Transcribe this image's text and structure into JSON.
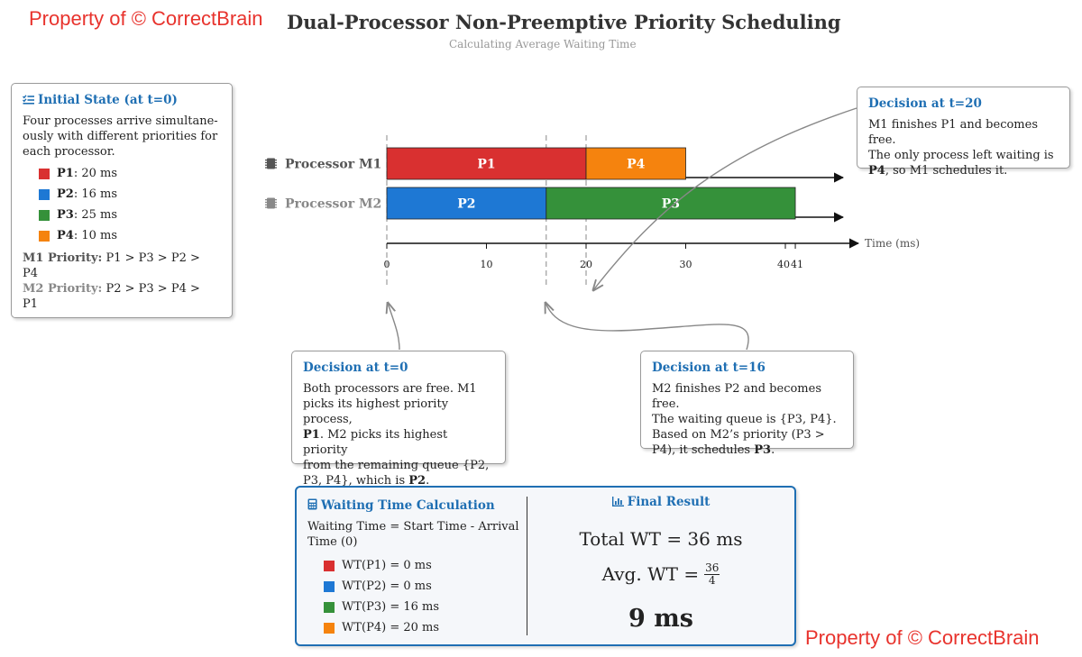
{
  "watermarks": [
    "Property of © CorrectBrain",
    "Property of © CorrectBrain"
  ],
  "title": "Dual-Processor Non-Preemptive Priority Scheduling",
  "subtitle": "Calculating Average Waiting Time",
  "initial_state": {
    "title": "Initial State (at t=0)",
    "icon": "list-check-icon",
    "description": [
      "Four processes arrive simultane-",
      "ously with different priorities for",
      "each processor."
    ],
    "processes": [
      {
        "name": "P1",
        "burst": ": 20 ms",
        "color": "#d93030"
      },
      {
        "name": "P2",
        "burst": ": 16 ms",
        "color": "#1e78d4"
      },
      {
        "name": "P3",
        "burst": ": 25 ms",
        "color": "#35913a"
      },
      {
        "name": "P4",
        "burst": ": 10 ms",
        "color": "#f5830e"
      }
    ],
    "m1_label": "M1 Priority:",
    "m1_order": "P1 > P3 > P2 >",
    "m1_order2": "P4",
    "m2_label": "M2 Priority:",
    "m2_order": "P2 > P3 > P4 >",
    "m2_order2": "P1"
  },
  "chart_data": {
    "type": "gantt",
    "processors": [
      {
        "name": "Processor M1",
        "color": "#555555",
        "tasks": [
          {
            "label": "P1",
            "start": 0,
            "end": 20,
            "color": "#d93030"
          },
          {
            "label": "P4",
            "start": 20,
            "end": 30,
            "color": "#f5830e"
          }
        ]
      },
      {
        "name": "Processor M2",
        "color": "#888888",
        "tasks": [
          {
            "label": "P2",
            "start": 0,
            "end": 16,
            "color": "#1e78d4"
          },
          {
            "label": "P3",
            "start": 16,
            "end": 41,
            "color": "#35913a"
          }
        ]
      }
    ],
    "ticks": [
      "0",
      "10",
      "20",
      "30",
      "40",
      "41"
    ],
    "tick_values": [
      0,
      10,
      20,
      30,
      40,
      41
    ],
    "xlabel": "Time (ms)",
    "decision_times": [
      0,
      16,
      20
    ],
    "xlim": [
      0,
      47
    ]
  },
  "decisions": [
    {
      "title": "Decision at t=0",
      "lines": [
        [
          {
            "t": "Both processors are free.  M1"
          }
        ],
        [
          {
            "t": "picks its highest priority process,"
          }
        ],
        [
          {
            "t": "P1",
            "b": true
          },
          {
            "t": ".  M2 picks its highest priority"
          }
        ],
        [
          {
            "t": "from the remaining queue {P2,"
          }
        ],
        [
          {
            "t": "P3, P4}, which is "
          },
          {
            "t": "P2",
            "b": true
          },
          {
            "t": "."
          }
        ]
      ]
    },
    {
      "title": "Decision at t=16",
      "lines": [
        [
          {
            "t": "M2 finishes P2 and becomes free."
          }
        ],
        [
          {
            "t": "The waiting queue is {P3, P4}."
          }
        ],
        [
          {
            "t": "Based on M2’s priority (P3 >"
          }
        ],
        [
          {
            "t": "P4), it schedules "
          },
          {
            "t": "P3",
            "b": true
          },
          {
            "t": "."
          }
        ]
      ]
    },
    {
      "title": "Decision at t=20",
      "lines": [
        [
          {
            "t": "M1 finishes P1 and becomes free."
          }
        ],
        [
          {
            "t": "The only process left waiting is"
          }
        ],
        [
          {
            "t": "P4",
            "b": true
          },
          {
            "t": ", so M1 schedules it."
          }
        ]
      ]
    }
  ],
  "calculation": {
    "title": "Waiting Time Calculation",
    "icon": "calculator-icon",
    "formula": "Waiting Time = Start Time - Arrival Time (0)",
    "rows": [
      {
        "text": "WT(P1) = 0 ms",
        "color": "#d93030"
      },
      {
        "text": "WT(P2) = 0 ms",
        "color": "#1e78d4"
      },
      {
        "text": "WT(P3) = 16 ms",
        "color": "#35913a"
      },
      {
        "text": "WT(P4) = 20 ms",
        "color": "#f5830e"
      }
    ],
    "result_title": "Final Result",
    "result_icon": "bar-chart-icon",
    "total": "Total WT = 36 ms",
    "avg_label": "Avg. WT =",
    "avg_num": "36",
    "avg_den": "4",
    "avg_value": "9 ms"
  }
}
